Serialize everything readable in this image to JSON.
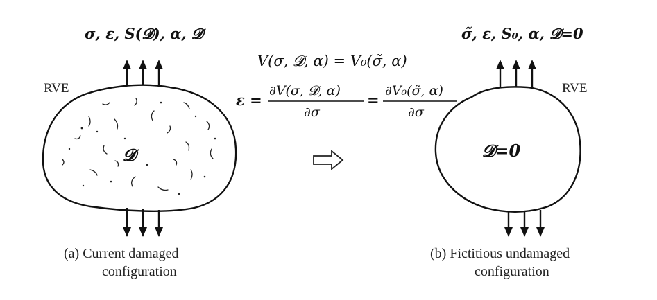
{
  "left": {
    "state_vars": "σ, ε, S(𝓓), α, 𝓓",
    "rve_label": "RVE",
    "damage_label": "𝓓",
    "caption_line1": "(a) Current damaged",
    "caption_line2": "configuration"
  },
  "right": {
    "state_vars": "σ̃, ε, S₀, α, 𝓓=0",
    "rve_label": "RVE",
    "damage_label": "𝓓=0",
    "caption_line1": "(b) Fictitious undamaged",
    "caption_line2": "configuration"
  },
  "center": {
    "equation_energy": "V(σ, 𝓓, α) = V₀(σ̃, α)",
    "strain_lhs": "ε =",
    "frac1_num": "∂V(σ, 𝓓, α)",
    "frac1_den": "∂σ",
    "equals": "=",
    "frac2_num": "∂V₀(σ̃, α)",
    "frac2_den": "∂σ",
    "transition_icon": "hollow-right-arrow-icon"
  }
}
